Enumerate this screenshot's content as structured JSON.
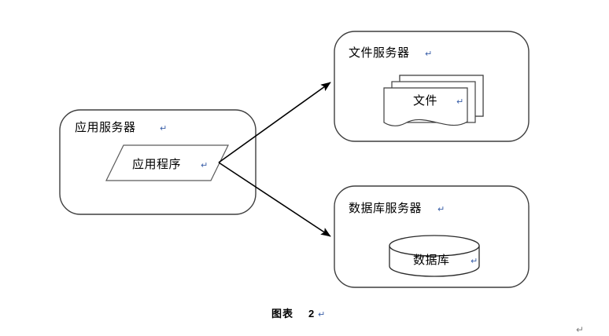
{
  "diagram": {
    "title_caption": "图表",
    "caption_number": "2",
    "caption_mark": "↵",
    "page_end_mark": "↵",
    "background_color": "#ffffff",
    "line_color": "#3f3f3f",
    "text_color": "#000000",
    "mark_color": "#3a5fa8",
    "nodes": [
      {
        "id": "app-server",
        "label": "应用服务器",
        "mark": "↵",
        "shape": "rounded-rectangle",
        "inner": {
          "id": "app-program",
          "label": "应用程序",
          "mark": "↵",
          "shape": "parallelogram"
        }
      },
      {
        "id": "file-server",
        "label": "文件服务器",
        "mark": "↵",
        "shape": "rounded-rectangle",
        "inner": {
          "id": "file-stack",
          "label": "文件",
          "mark": "↵",
          "shape": "multi-document"
        }
      },
      {
        "id": "database-server",
        "label": "数据库服务器",
        "mark": "↵",
        "shape": "rounded-rectangle",
        "inner": {
          "id": "database-cylinder",
          "label": "数据库",
          "mark": "↵",
          "shape": "cylinder"
        }
      }
    ],
    "connectors": [
      {
        "id": "app-to-file",
        "from": "app-program",
        "to": "file-server",
        "style": "solid-arrow"
      },
      {
        "id": "app-to-database",
        "from": "app-program",
        "to": "database-server",
        "style": "solid-arrow"
      }
    ]
  }
}
